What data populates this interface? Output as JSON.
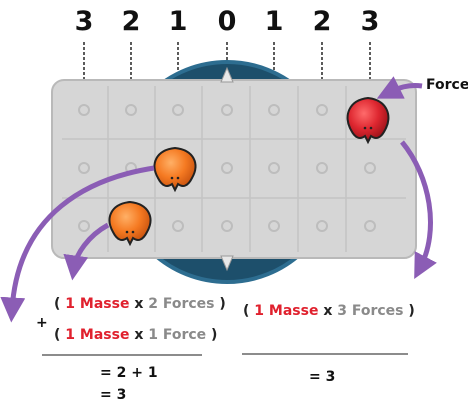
{
  "scale": [
    "3",
    "2",
    "1",
    "0",
    "1",
    "2",
    "3"
  ],
  "force_label": "Force",
  "left_calc": {
    "line1": {
      "open": "(",
      "mass": "1 Masse",
      "times": "x",
      "force": "2 Forces",
      "close": ")"
    },
    "plus": "+",
    "line2": {
      "open": "(",
      "mass": "1 Masse",
      "times": "x",
      "force": "1 Force",
      "close": ")"
    },
    "result1": "= 2 + 1",
    "result2": "= 3"
  },
  "right_calc": {
    "line1": {
      "open": "(",
      "mass": "1 Masse",
      "times": "x",
      "force": "3 Forces",
      "close": ")"
    },
    "result1": "= 3"
  },
  "colors": {
    "board": "#d8d8d8",
    "pivot": "#1d4f6b",
    "arrow": "#8b5db5",
    "orange_piece": "#f0701e",
    "red_piece": "#d51f2a",
    "mass_text": "#e0212e",
    "force_text": "#8a8a8a"
  }
}
